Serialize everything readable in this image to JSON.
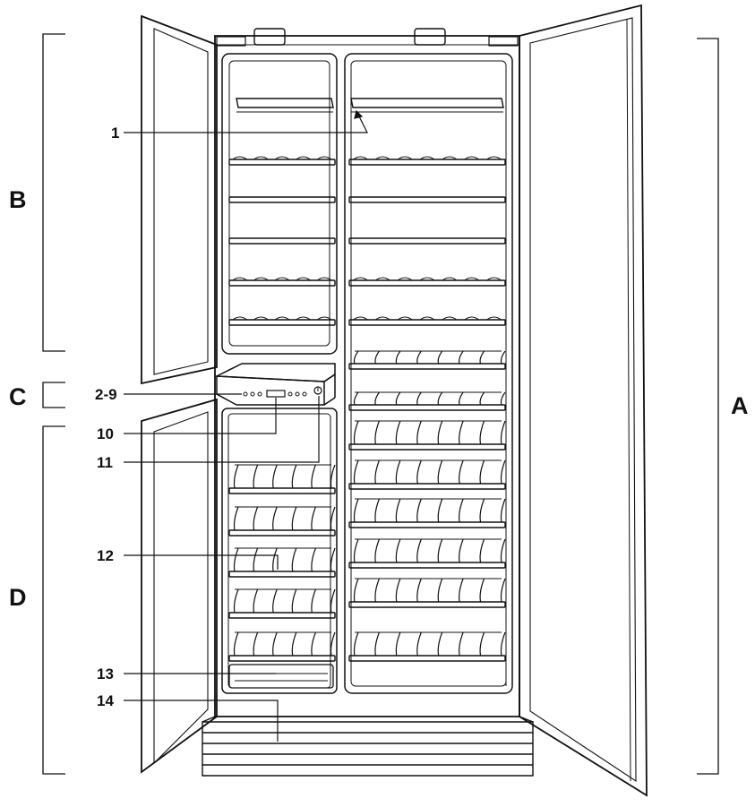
{
  "section_labels": {
    "a": "A",
    "b": "B",
    "c": "C",
    "d": "D"
  },
  "callouts": [
    {
      "id": "c1",
      "label": "1"
    },
    {
      "id": "c2",
      "label": "2-9"
    },
    {
      "id": "c10",
      "label": "10"
    },
    {
      "id": "c11",
      "label": "11"
    },
    {
      "id": "c12",
      "label": "12"
    },
    {
      "id": "c13",
      "label": "13"
    },
    {
      "id": "c14",
      "label": "14"
    }
  ],
  "colors": {
    "line": "#111111",
    "background": "#ffffff"
  }
}
